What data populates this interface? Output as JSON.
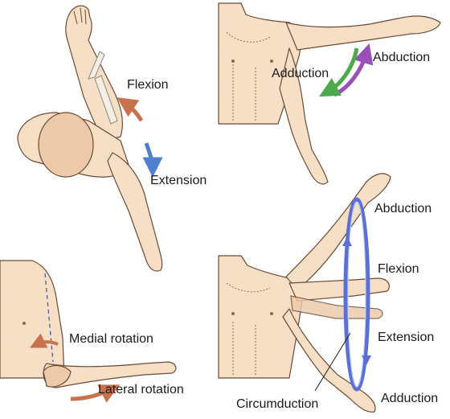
{
  "panels": {
    "flexion_extension": {
      "label_flexion": "Flexion",
      "label_extension": "Extension"
    },
    "abduction_adduction": {
      "label_abduction": "Abduction",
      "label_adduction": "Adduction"
    },
    "rotation": {
      "label_medial": "Medial rotation",
      "label_lateral": "Lateral rotation"
    },
    "circumduction": {
      "label_abduction_top": "Abduction",
      "label_flexion": "Flexion",
      "label_extension": "Extension",
      "label_adduction_bottom": "Adduction",
      "label_circumduction": "Circumduction"
    }
  },
  "colors": {
    "skin": "#f7dfc6",
    "flexion_arrow": "#c9714a",
    "extension_arrow": "#4f7fd1",
    "abduction_arrow": "#9b4fb8",
    "adduction_arrow": "#4caa4c",
    "circumduction_ring": "#5b6fd6"
  }
}
